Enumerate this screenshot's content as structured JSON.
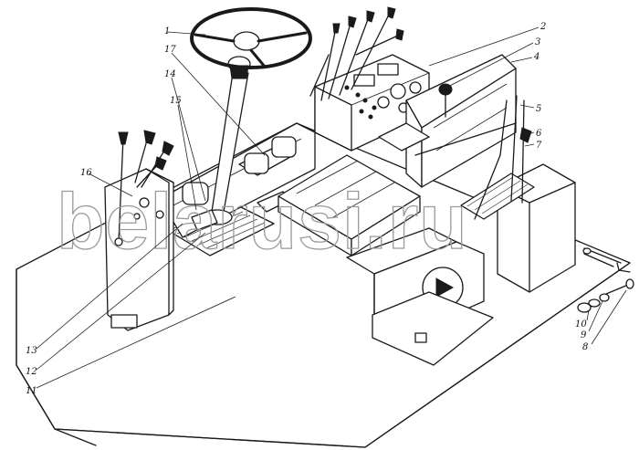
{
  "callouts": [
    "1",
    "2",
    "3",
    "4",
    "5",
    "6",
    "7",
    "8",
    "9",
    "10",
    "11",
    "12",
    "13",
    "14",
    "15",
    "16",
    "17"
  ],
  "watermark": "belarusi.ru"
}
